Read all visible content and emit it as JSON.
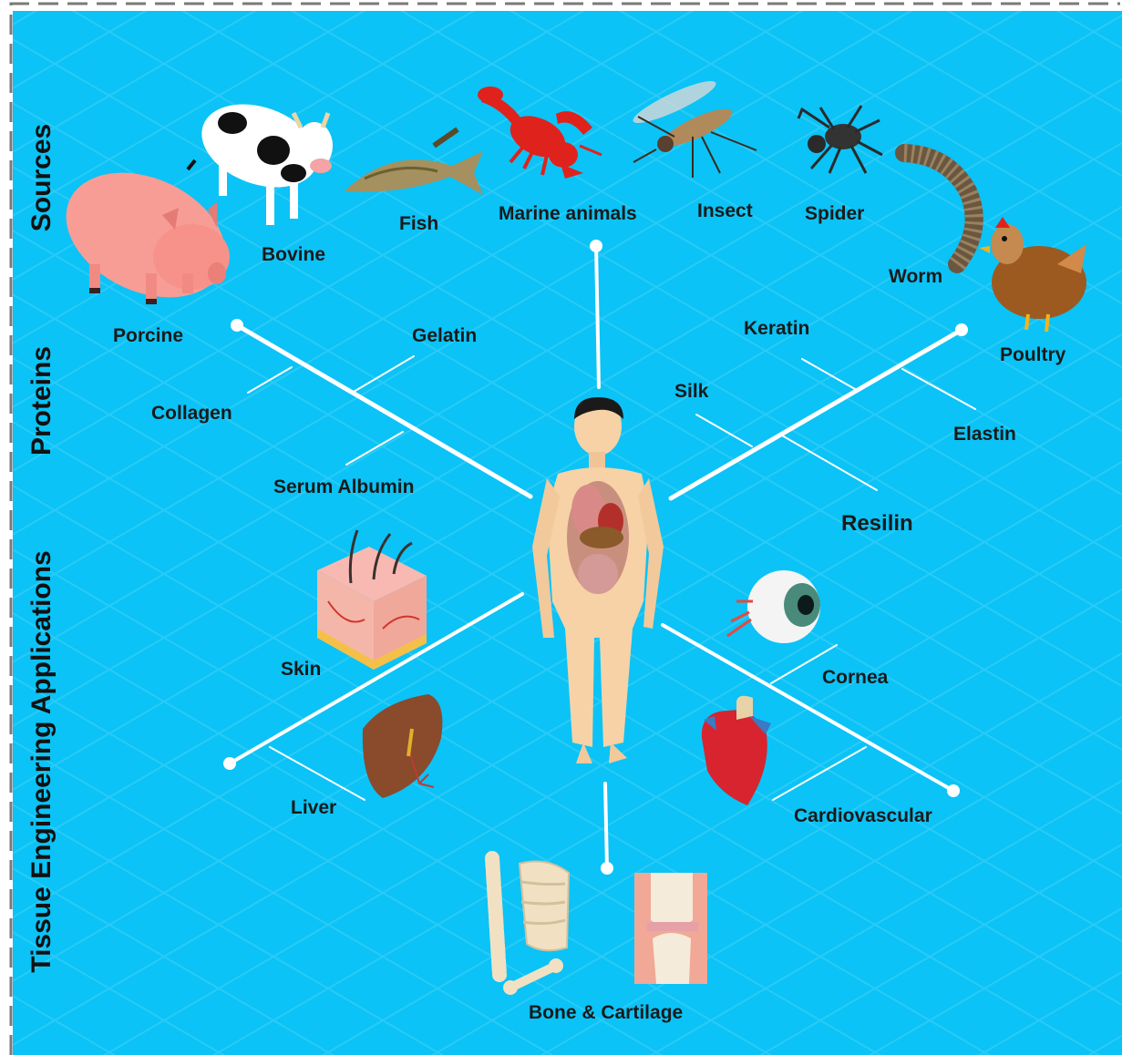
{
  "sections": {
    "sources": "Sources",
    "proteins": "Proteins",
    "applications": "Tissue Engineering Applications"
  },
  "sources": {
    "porcine": "Porcine",
    "bovine": "Bovine",
    "fish": "Fish",
    "marine": "Marine animals",
    "insect": "Insect",
    "spider": "Spider",
    "worm": "Worm",
    "poultry": "Poultry"
  },
  "proteins": {
    "gelatin": "Gelatin",
    "collagen": "Collagen",
    "serum_albumin": "Serum Albumin",
    "keratin": "Keratin",
    "silk": "Silk",
    "elastin": "Elastin",
    "resilin": "Resilin"
  },
  "applications": {
    "skin": "Skin",
    "liver": "Liver",
    "cornea": "Cornea",
    "cardiovascular": "Cardiovascular",
    "bone": "Bone & Cartilage"
  },
  "colors": {
    "background": "#0bc3f6",
    "grid": "#3fcff8",
    "line": "#ffffff",
    "border": "#7a7a7a",
    "text": "#1a1a1a"
  }
}
